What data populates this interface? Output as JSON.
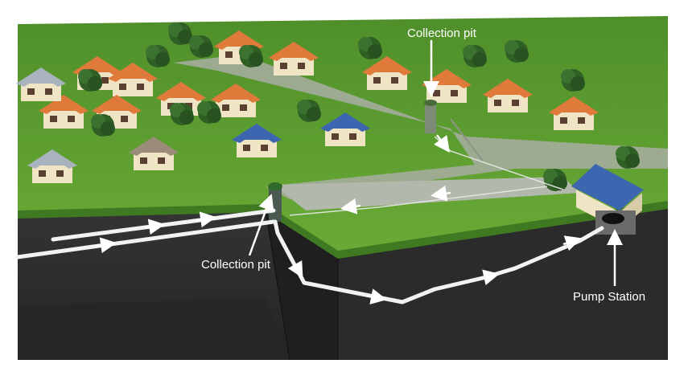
{
  "labels": {
    "top_pit": "Collection pit",
    "front_pit": "Collection pit",
    "pump": "Pump Station"
  },
  "colors": {
    "grass": "#5a9a2e",
    "grass_dark": "#3f7a22",
    "soil": "#2e2e2e",
    "soil_dark": "#1f1f1f",
    "road": "#a8aea2",
    "roof_orange": "#e07a3a",
    "roof_blue": "#3d66b0",
    "roof_grey": "#a9b3bd",
    "roof_tan": "#9b8c7a",
    "wall": "#efe4c4",
    "pipe": "#f2f2f2",
    "label_text": "#ffffff"
  },
  "icons": [
    "house-icon",
    "tree-icon",
    "collection-pit-icon",
    "pump-station-icon",
    "flow-arrow-icon"
  ]
}
